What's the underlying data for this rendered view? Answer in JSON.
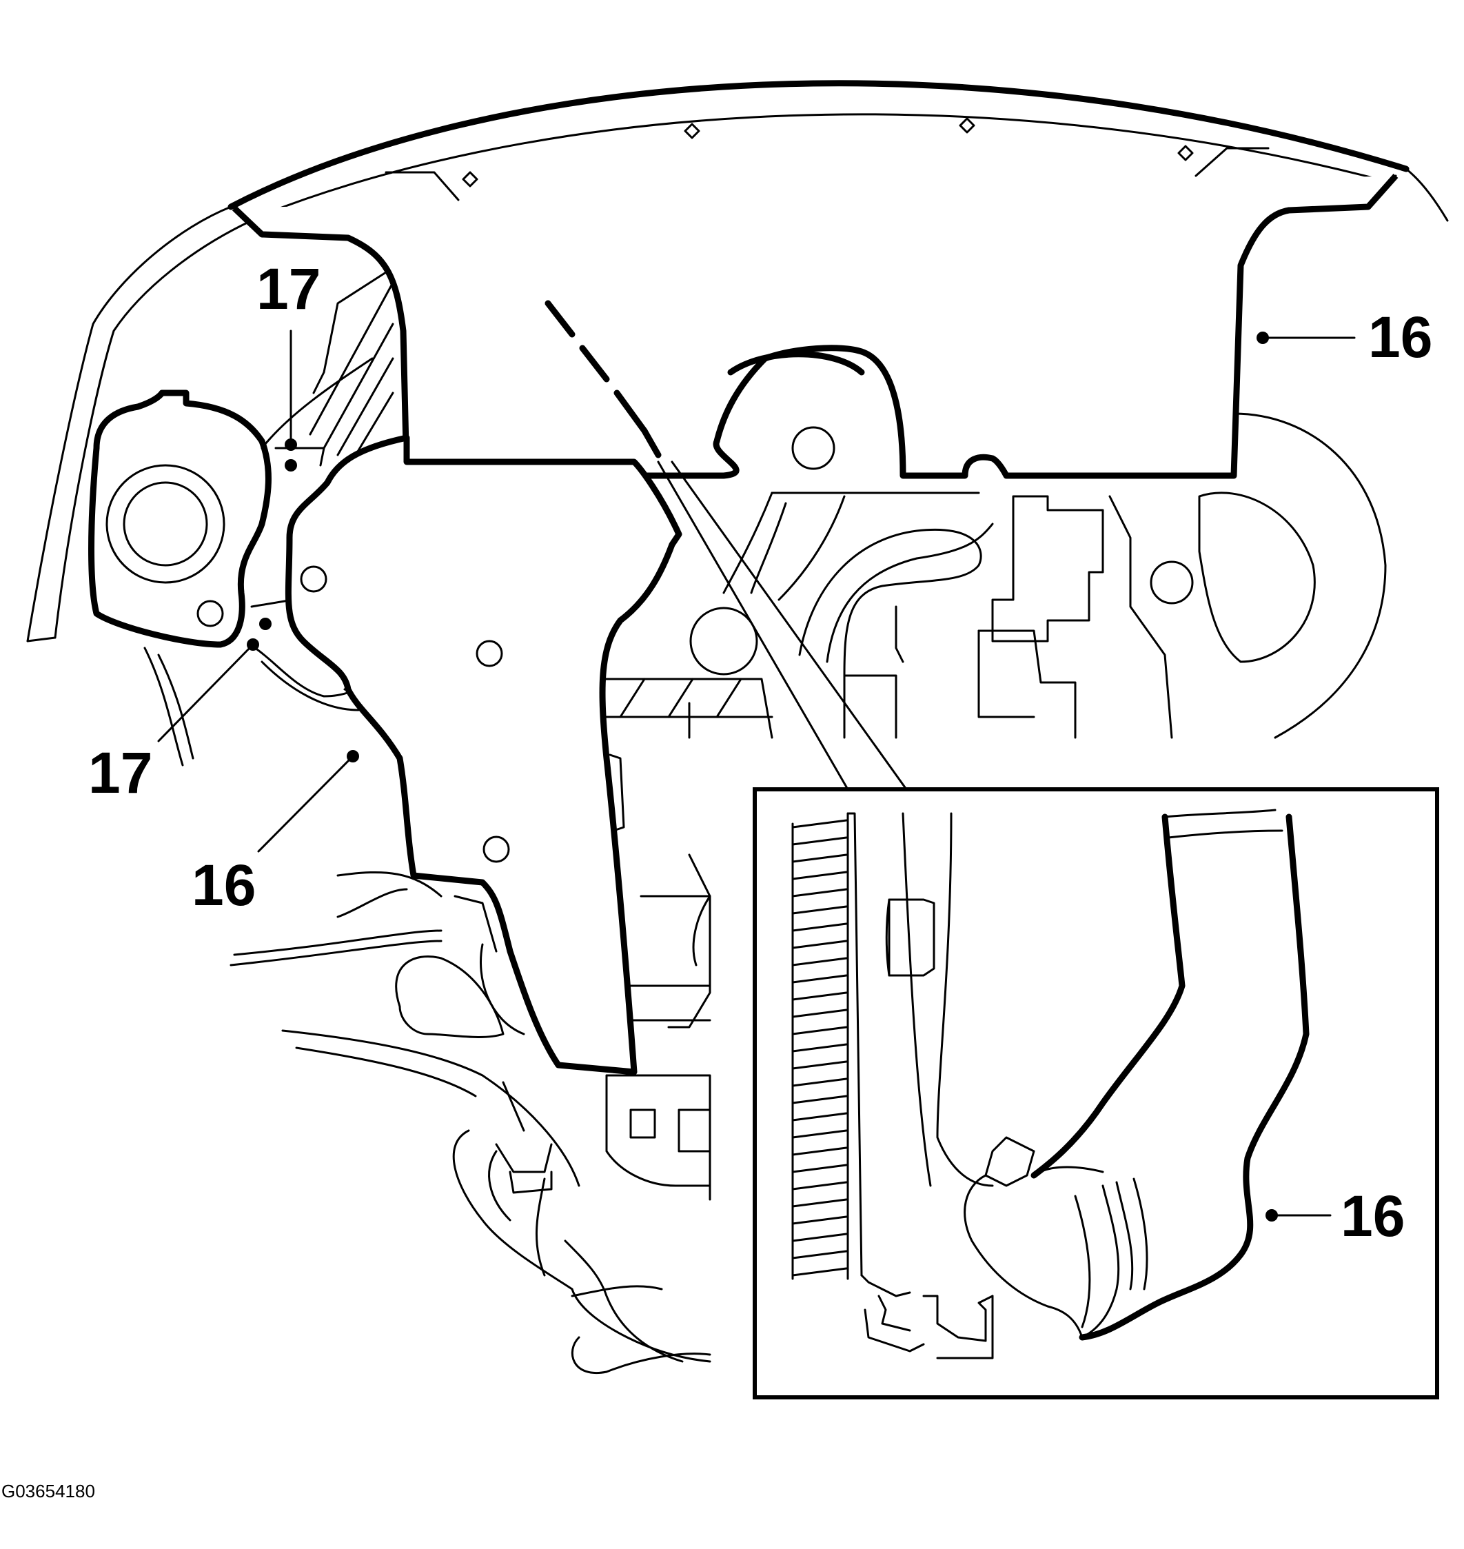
{
  "figure": {
    "id_label": "G03654180"
  },
  "callouts": [
    {
      "key": "cover-top-right",
      "number": "16"
    },
    {
      "key": "cover-left",
      "number": "16"
    },
    {
      "key": "fastener-upper",
      "number": "17"
    },
    {
      "key": "fastener-lower",
      "number": "17"
    },
    {
      "key": "inset-hose",
      "number": "16"
    }
  ]
}
